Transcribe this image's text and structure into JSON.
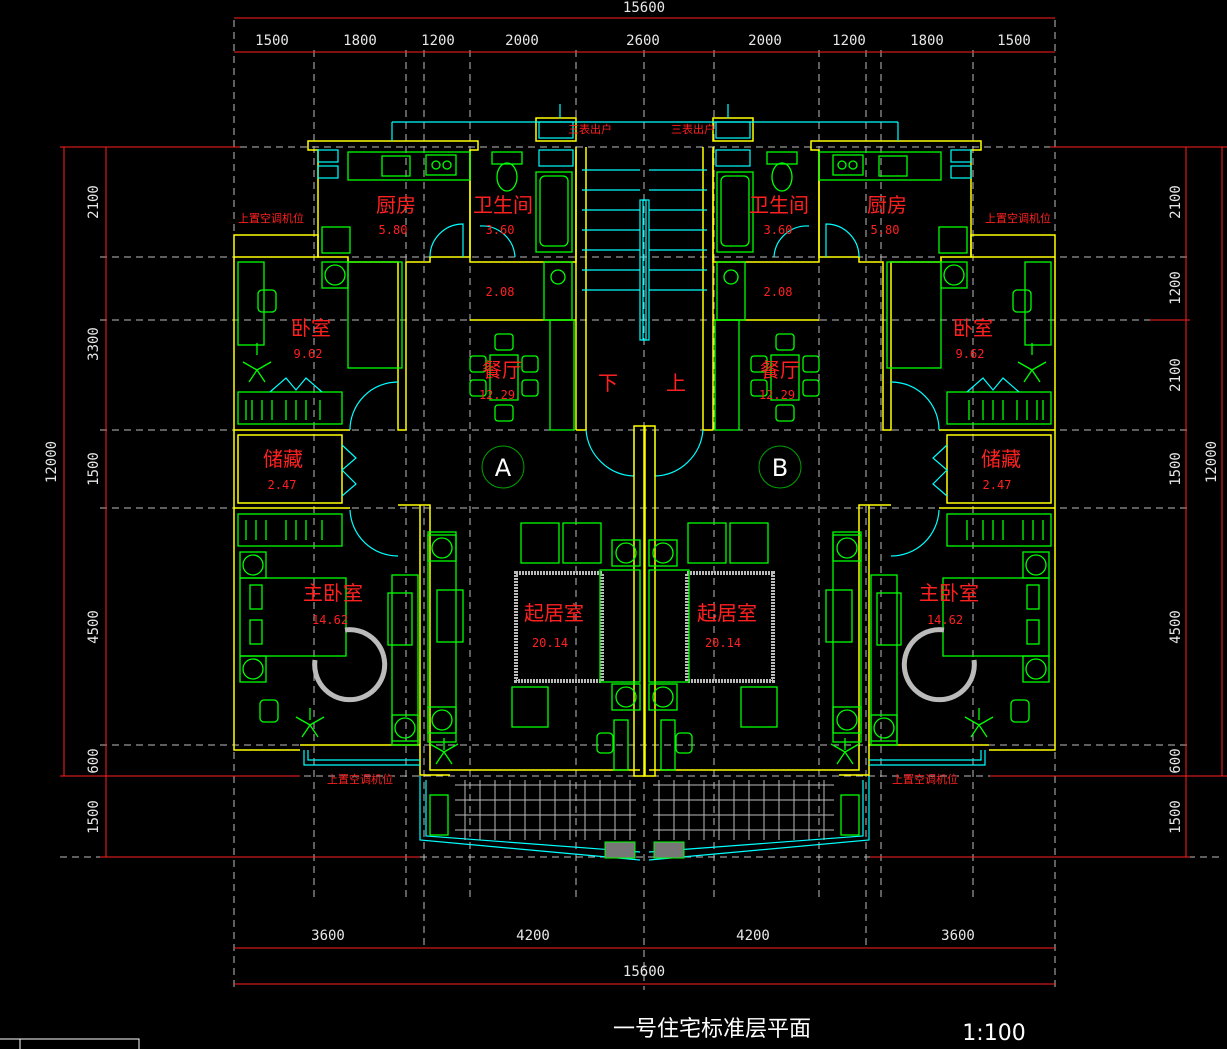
{
  "drawing": {
    "title": "一号住宅标准层平面",
    "scale": "1:100",
    "colors": {
      "walls": "#ffff00",
      "furniture": "#00ff00",
      "windows": "#00ffff",
      "labels": "#ff2020",
      "dimensions": "#ff2020"
    }
  },
  "dimensions": {
    "top_total": "15600",
    "top": [
      "1500",
      "1800",
      "1200",
      "2000",
      "2600",
      "2000",
      "1200",
      "1800",
      "1500"
    ],
    "bottom": [
      "3600",
      "4200",
      "4200",
      "3600"
    ],
    "bottom_total": "15600",
    "left": [
      "2100",
      "3300",
      "1500",
      "4500",
      "600",
      "1500"
    ],
    "left_total": "12000",
    "right": [
      "2100",
      "1200",
      "2100",
      "1500",
      "4500",
      "600",
      "1500"
    ],
    "right_total": "12000"
  },
  "units": {
    "A": {
      "axis_label": "A",
      "kitchen": {
        "name": "厨房",
        "area": "5.80"
      },
      "bathroom": {
        "name": "卫生间",
        "area": "3.60"
      },
      "washroom": {
        "area": "2.08"
      },
      "bedroom": {
        "name": "卧室",
        "area": "9.62"
      },
      "dining": {
        "name": "餐厅",
        "area": "12.29"
      },
      "storage": {
        "name": "储藏",
        "area": "2.47"
      },
      "master_bedroom": {
        "name": "主卧室",
        "area": "14.62"
      },
      "living": {
        "name": "起居室",
        "area": "20.14"
      },
      "ac_top": "上置空调机位",
      "ac_bottom": "上置空调机位",
      "meter": "三表出户"
    },
    "B": {
      "axis_label": "B",
      "kitchen": {
        "name": "厨房",
        "area": "5.80"
      },
      "bathroom": {
        "name": "卫生间",
        "area": "3.60"
      },
      "washroom": {
        "area": "2.08"
      },
      "bedroom": {
        "name": "卧室",
        "area": "9.62"
      },
      "dining": {
        "name": "餐厅",
        "area": "12.29"
      },
      "storage": {
        "name": "储藏",
        "area": "2.47"
      },
      "master_bedroom": {
        "name": "主卧室",
        "area": "14.62"
      },
      "living": {
        "name": "起居室",
        "area": "20.14"
      },
      "ac_top": "上置空调机位",
      "ac_bottom": "上置空调机位",
      "meter": "三表出户"
    }
  },
  "stair": {
    "down": "下",
    "up": "上"
  }
}
